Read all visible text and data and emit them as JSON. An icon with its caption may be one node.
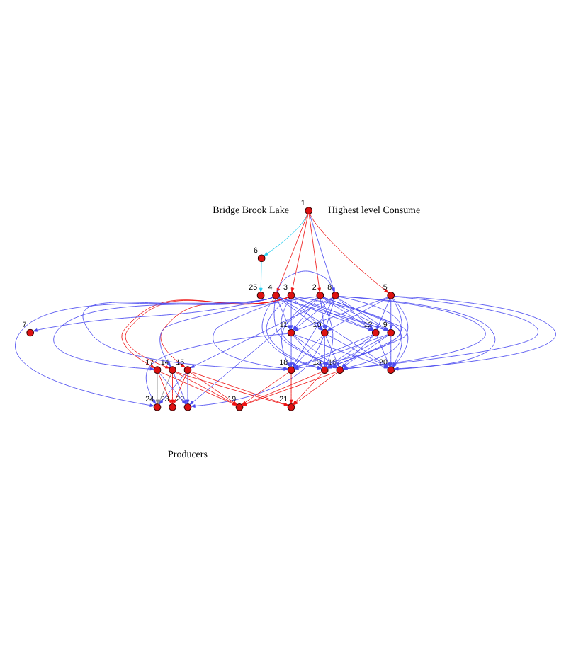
{
  "diagram": {
    "nodes": [
      {
        "text": [],
        "shape": "circle",
        "beside": [
          "1"
        ]
      },
      {
        "text": [],
        "shape": "circle",
        "beside": [
          "6"
        ]
      },
      {
        "text": [],
        "shape": "circle",
        "beside": [
          "25"
        ]
      },
      {
        "text": [],
        "shape": "circle",
        "beside": [
          "3"
        ]
      },
      {
        "text": [],
        "shape": "circle",
        "beside": [
          "5"
        ]
      },
      {
        "text": [],
        "shape": "circle",
        "beside": [
          "2"
        ]
      },
      {
        "text": [],
        "shape": "circle",
        "beside": [
          "8"
        ]
      },
      {
        "text": [],
        "shape": "circle",
        "beside": [
          "4"
        ]
      },
      {
        "text": [],
        "shape": "circle",
        "beside": [
          "9"
        ]
      },
      {
        "text": [],
        "shape": "circle",
        "beside": [
          "12"
        ]
      },
      {
        "text": [],
        "shape": "circle",
        "beside": [
          "10"
        ]
      },
      {
        "text": [],
        "shape": "circle",
        "beside": [
          "11"
        ]
      },
      {
        "text": [],
        "shape": "circle",
        "beside": [
          "7"
        ]
      },
      {
        "text": [],
        "shape": "circle",
        "beside": [
          "13"
        ]
      },
      {
        "text": [],
        "shape": "circle",
        "beside": [
          "18"
        ]
      },
      {
        "text": [],
        "shape": "circle",
        "beside": [
          "16"
        ]
      },
      {
        "text": [],
        "shape": "circle",
        "beside": [
          "14"
        ]
      },
      {
        "text": [],
        "shape": "circle",
        "beside": [
          "15"
        ]
      },
      {
        "text": [],
        "shape": "circle",
        "beside": [
          "17"
        ]
      },
      {
        "text": [],
        "shape": "circle",
        "beside": [
          "20"
        ]
      },
      {
        "text": [],
        "shape": "circle",
        "beside": [
          "21"
        ]
      },
      {
        "text": [],
        "shape": "circle",
        "beside": [
          "19"
        ]
      },
      {
        "text": [],
        "shape": "circle",
        "beside": [
          "22"
        ]
      },
      {
        "text": [],
        "shape": "circle",
        "beside": [
          "23"
        ]
      },
      {
        "text": [],
        "shape": "circle",
        "beside": [
          "24"
        ]
      }
    ],
    "edges": [
      {
        "from": 0,
        "to": 1,
        "arrow": "to",
        "color": "#22ccee"
      },
      {
        "from": 1,
        "to": 2,
        "arrow": "to",
        "color": "#22ccee"
      },
      {
        "from": 0,
        "to": 3,
        "arrow": "to",
        "color": "#ee1111"
      },
      {
        "from": 0,
        "to": 4,
        "arrow": "to",
        "color": "#ee1111"
      },
      {
        "from": 0,
        "to": 5,
        "arrow": "to",
        "color": "#ee1111"
      },
      {
        "from": 0,
        "to": 6,
        "arrow": "to"
      },
      {
        "from": 0,
        "to": 7,
        "arrow": "to",
        "color": "#ee1111"
      },
      {
        "from": 7,
        "to": 6,
        "arrow": "to"
      },
      {
        "from": 3,
        "to": 8,
        "arrow": "to"
      },
      {
        "from": 3,
        "to": 9,
        "arrow": "to"
      },
      {
        "from": 3,
        "to": 10,
        "arrow": "to"
      },
      {
        "from": 3,
        "to": 11,
        "arrow": "to"
      },
      {
        "from": 4,
        "to": 8,
        "arrow": "to"
      },
      {
        "from": 4,
        "to": 9,
        "arrow": "to"
      },
      {
        "from": 4,
        "to": 10,
        "arrow": "to"
      },
      {
        "from": 4,
        "to": 11,
        "arrow": "to"
      },
      {
        "from": 5,
        "to": 8,
        "arrow": "to"
      },
      {
        "from": 5,
        "to": 9,
        "arrow": "to"
      },
      {
        "from": 5,
        "to": 10,
        "arrow": "to"
      },
      {
        "from": 5,
        "to": 11,
        "arrow": "to"
      },
      {
        "from": 6,
        "to": 8,
        "arrow": "to"
      },
      {
        "from": 6,
        "to": 9,
        "arrow": "to"
      },
      {
        "from": 6,
        "to": 10,
        "arrow": "to"
      },
      {
        "from": 6,
        "to": 11,
        "arrow": "to"
      },
      {
        "from": 7,
        "to": 8,
        "arrow": "to"
      },
      {
        "from": 7,
        "to": 9,
        "arrow": "to"
      },
      {
        "from": 7,
        "to": 10,
        "arrow": "to"
      },
      {
        "from": 7,
        "to": 11,
        "arrow": "to"
      },
      {
        "from": 7,
        "to": 12,
        "arrow": "to"
      },
      {
        "from": 3,
        "to": 13,
        "arrow": "to"
      },
      {
        "from": 3,
        "to": 14,
        "arrow": "to"
      },
      {
        "from": 3,
        "to": 15,
        "arrow": "to"
      },
      {
        "from": 3,
        "to": 19,
        "arrow": "to"
      },
      {
        "from": 4,
        "to": 13,
        "arrow": "to"
      },
      {
        "from": 4,
        "to": 14,
        "arrow": "to"
      },
      {
        "from": 4,
        "to": 15,
        "arrow": "to"
      },
      {
        "from": 4,
        "to": 19,
        "arrow": "to"
      },
      {
        "from": 5,
        "to": 13,
        "arrow": "to"
      },
      {
        "from": 5,
        "to": 14,
        "arrow": "to"
      },
      {
        "from": 5,
        "to": 15,
        "arrow": "to"
      },
      {
        "from": 5,
        "to": 19,
        "arrow": "to"
      },
      {
        "from": 6,
        "to": 13,
        "arrow": "to"
      },
      {
        "from": 6,
        "to": 14,
        "arrow": "to"
      },
      {
        "from": 6,
        "to": 15,
        "arrow": "to"
      },
      {
        "from": 6,
        "to": 19,
        "arrow": "to"
      },
      {
        "from": 7,
        "to": 13,
        "arrow": "to"
      },
      {
        "from": 7,
        "to": 14,
        "arrow": "to"
      },
      {
        "from": 7,
        "to": 15,
        "arrow": "to"
      },
      {
        "from": 7,
        "to": 19,
        "arrow": "to"
      },
      {
        "from": 5,
        "to": 16,
        "arrow": "to"
      },
      {
        "from": 6,
        "to": 17,
        "arrow": "to"
      },
      {
        "from": 7,
        "to": 18,
        "arrow": "to"
      },
      {
        "from": 3,
        "to": 16,
        "arrow": "to",
        "color": "#ee1111"
      },
      {
        "from": 3,
        "to": 17,
        "arrow": "to",
        "color": "#ee1111"
      },
      {
        "from": 3,
        "to": 18,
        "arrow": "to",
        "color": "#ee1111"
      },
      {
        "from": 8,
        "to": 13,
        "arrow": "to"
      },
      {
        "from": 8,
        "to": 14,
        "arrow": "to"
      },
      {
        "from": 8,
        "to": 15,
        "arrow": "to"
      },
      {
        "from": 8,
        "to": 19,
        "arrow": "to"
      },
      {
        "from": 9,
        "to": 13,
        "arrow": "to"
      },
      {
        "from": 9,
        "to": 14,
        "arrow": "to"
      },
      {
        "from": 9,
        "to": 15,
        "arrow": "to"
      },
      {
        "from": 9,
        "to": 19,
        "arrow": "to"
      },
      {
        "from": 10,
        "to": 13,
        "arrow": "to"
      },
      {
        "from": 10,
        "to": 14,
        "arrow": "to"
      },
      {
        "from": 10,
        "to": 15,
        "arrow": "to"
      },
      {
        "from": 10,
        "to": 19,
        "arrow": "to"
      },
      {
        "from": 11,
        "to": 13,
        "arrow": "to"
      },
      {
        "from": 11,
        "to": 14,
        "arrow": "to"
      },
      {
        "from": 11,
        "to": 15,
        "arrow": "to"
      },
      {
        "from": 11,
        "to": 19,
        "arrow": "to"
      },
      {
        "from": 13,
        "to": 20,
        "arrow": "to",
        "color": "#ee1111"
      },
      {
        "from": 14,
        "to": 20,
        "arrow": "to",
        "color": "#ee1111"
      },
      {
        "from": 15,
        "to": 20,
        "arrow": "to",
        "color": "#ee1111"
      },
      {
        "from": 16,
        "to": 20,
        "arrow": "to",
        "color": "#ee1111"
      },
      {
        "from": 17,
        "to": 20,
        "arrow": "to",
        "color": "#ee1111"
      },
      {
        "from": 13,
        "to": 21,
        "arrow": "to",
        "color": "#ee1111"
      },
      {
        "from": 14,
        "to": 21,
        "arrow": "to",
        "color": "#ee1111"
      },
      {
        "from": 15,
        "to": 21,
        "arrow": "to",
        "color": "#ee1111"
      },
      {
        "from": 16,
        "to": 21,
        "arrow": "to",
        "color": "#ee1111"
      },
      {
        "from": 17,
        "to": 21,
        "arrow": "to",
        "color": "#ee1111"
      },
      {
        "from": 18,
        "to": 21,
        "arrow": "to",
        "color": "#ee1111"
      },
      {
        "from": 10,
        "to": 22,
        "arrow": "to"
      },
      {
        "from": 5,
        "to": 22,
        "arrow": "to"
      },
      {
        "from": 16,
        "to": 22,
        "arrow": "to"
      },
      {
        "from": 17,
        "to": 22,
        "arrow": "to"
      },
      {
        "from": 18,
        "to": 22,
        "arrow": "to"
      },
      {
        "from": 16,
        "to": 23,
        "arrow": "to",
        "color": "#ee1111"
      },
      {
        "from": 17,
        "to": 23,
        "arrow": "to",
        "color": "#ee1111"
      },
      {
        "from": 18,
        "to": 23,
        "arrow": "to",
        "color": "#ee1111"
      },
      {
        "from": 16,
        "to": 24,
        "arrow": "to",
        "color": "#888888"
      },
      {
        "from": 18,
        "to": 24,
        "arrow": "to",
        "color": "#888888"
      },
      {
        "from": 17,
        "to": 24,
        "arrow": "to"
      },
      {
        "from": 11,
        "to": 24,
        "arrow": "to"
      },
      {
        "from": 7,
        "to": 24,
        "arrow": "to"
      }
    ],
    "labels": [
      "Bridge Brook Lake",
      "Highest level Consume",
      "Producers"
    ]
  }
}
